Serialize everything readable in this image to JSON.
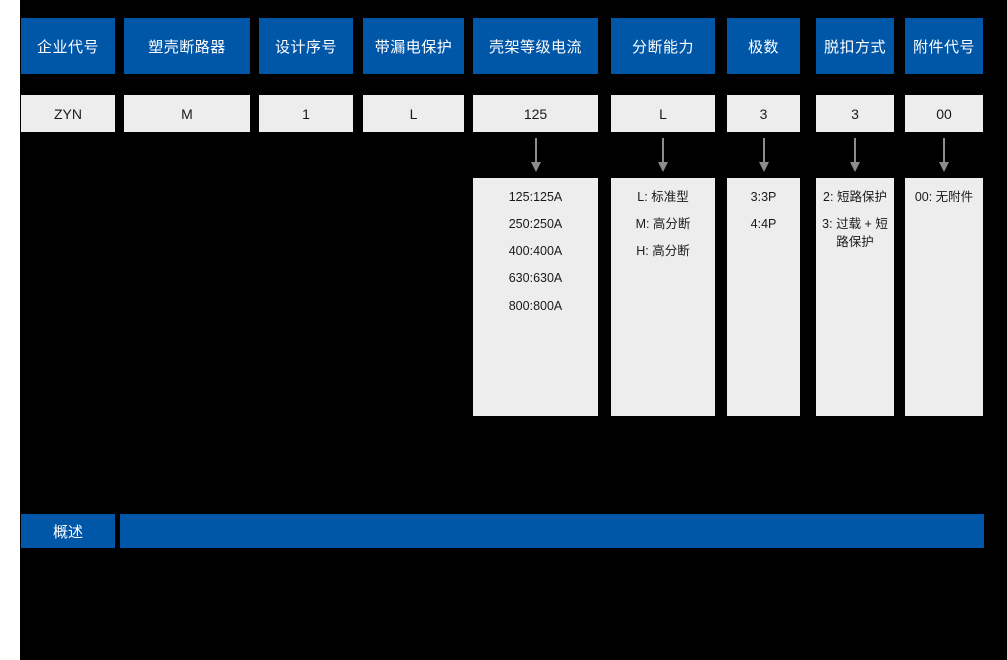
{
  "theme": {
    "accent": "#0057a8",
    "panel_bg": "#ededed",
    "canvas_bg": "#000000",
    "arrow_color": "#8c8c8c",
    "header_text": "#ffffff",
    "value_text": "#1a1a1a"
  },
  "columns": [
    {
      "id": "enterprise-code",
      "header": "企业代号",
      "value": "ZYN",
      "has_arrow": false,
      "options": []
    },
    {
      "id": "moulded-case-breaker",
      "header": "塑壳断路器",
      "value": "M",
      "has_arrow": false,
      "options": []
    },
    {
      "id": "design-serial",
      "header": "设计序号",
      "value": "1",
      "has_arrow": false,
      "options": []
    },
    {
      "id": "earth-leakage-protection",
      "header": "带漏电保护",
      "value": "L",
      "has_arrow": false,
      "options": []
    },
    {
      "id": "frame-rated-current",
      "header": "壳架等级电流",
      "value": "125",
      "has_arrow": true,
      "options": [
        "125:125A",
        "250:250A",
        "400:400A",
        "630:630A",
        "800:800A"
      ]
    },
    {
      "id": "breaking-capacity",
      "header": "分断能力",
      "value": "L",
      "has_arrow": true,
      "options": [
        "L: 标准型",
        "M: 高分断",
        "H: 高分断"
      ]
    },
    {
      "id": "pole-number",
      "header": "极数",
      "value": "3",
      "has_arrow": true,
      "options": [
        "3:3P",
        "4:4P"
      ]
    },
    {
      "id": "tripping-mode",
      "header": "脱扣方式",
      "value": "3",
      "has_arrow": true,
      "options": [
        "2: 短路保护",
        "3: 过载 + 短路保护"
      ]
    },
    {
      "id": "accessory-code",
      "header": "附件代号",
      "value": "00",
      "has_arrow": true,
      "options": [
        "00: 无附件"
      ]
    }
  ],
  "footer": {
    "label": "概述"
  }
}
